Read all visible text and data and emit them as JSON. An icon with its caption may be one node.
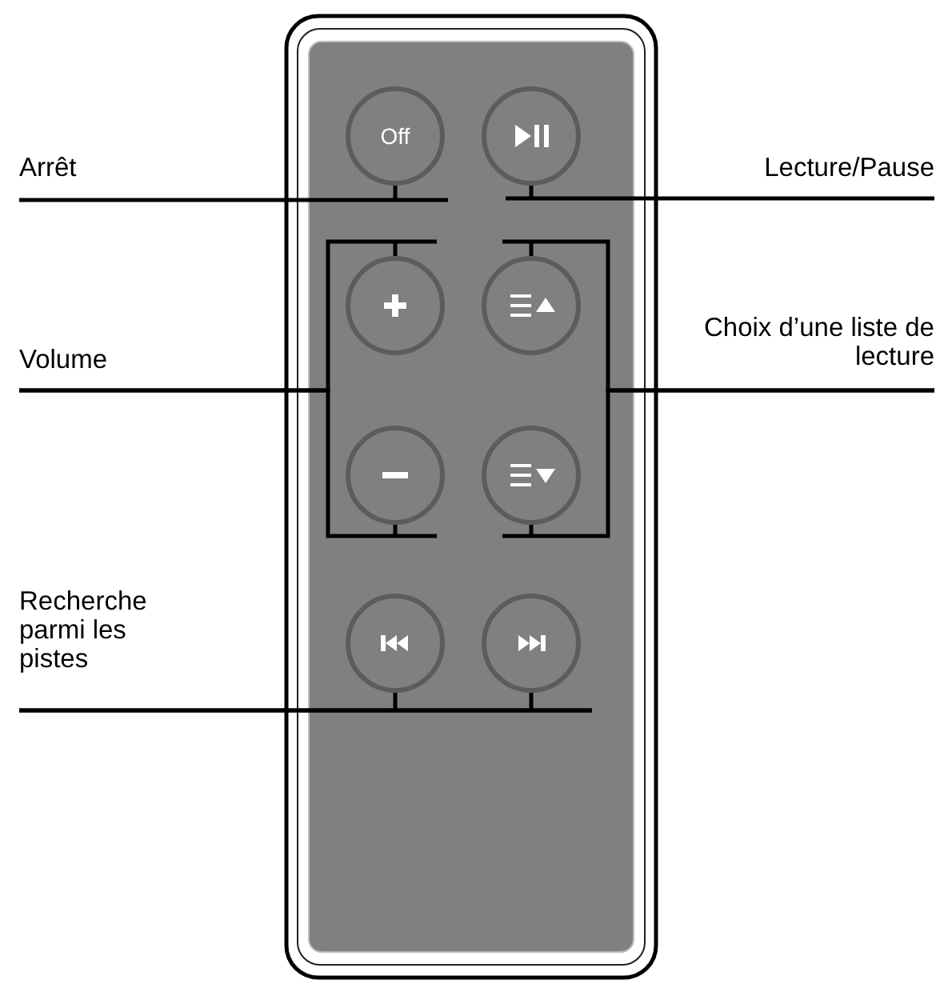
{
  "diagram": {
    "nodes": [
      {
        "text": [
          "Arrêt"
        ]
      },
      {
        "text": [
          "Off"
        ]
      },
      {
        "text": [],
        "shape": "circle"
      },
      {
        "text": [
          "Lecture/Pause"
        ]
      },
      {
        "text": [
          "Volume"
        ]
      },
      {
        "text": [],
        "shape": "circle"
      },
      {
        "text": [],
        "shape": "circle"
      },
      {
        "text": [
          "Choix d’une liste de lecture"
        ]
      },
      {
        "text": [],
        "shape": "circle"
      },
      {
        "text": [],
        "shape": "circle"
      },
      {
        "text": [
          "Recherche parmi les pistes"
        ]
      },
      {
        "text": [],
        "shape": "circle"
      },
      {
        "text": [],
        "shape": "circle"
      }
    ],
    "edges": [
      {
        "from": 0,
        "to": 1,
        "arrow": "none"
      },
      {
        "from": 3,
        "to": 2,
        "arrow": "none"
      },
      {
        "from": 4,
        "to": 5,
        "arrow": "none"
      },
      {
        "from": 4,
        "to": 8,
        "arrow": "none"
      },
      {
        "from": 7,
        "to": 6,
        "arrow": "none"
      },
      {
        "from": 7,
        "to": 9,
        "arrow": "none"
      },
      {
        "from": 10,
        "to": 11,
        "arrow": "none"
      },
      {
        "from": 10,
        "to": 12,
        "arrow": "none"
      }
    ]
  }
}
